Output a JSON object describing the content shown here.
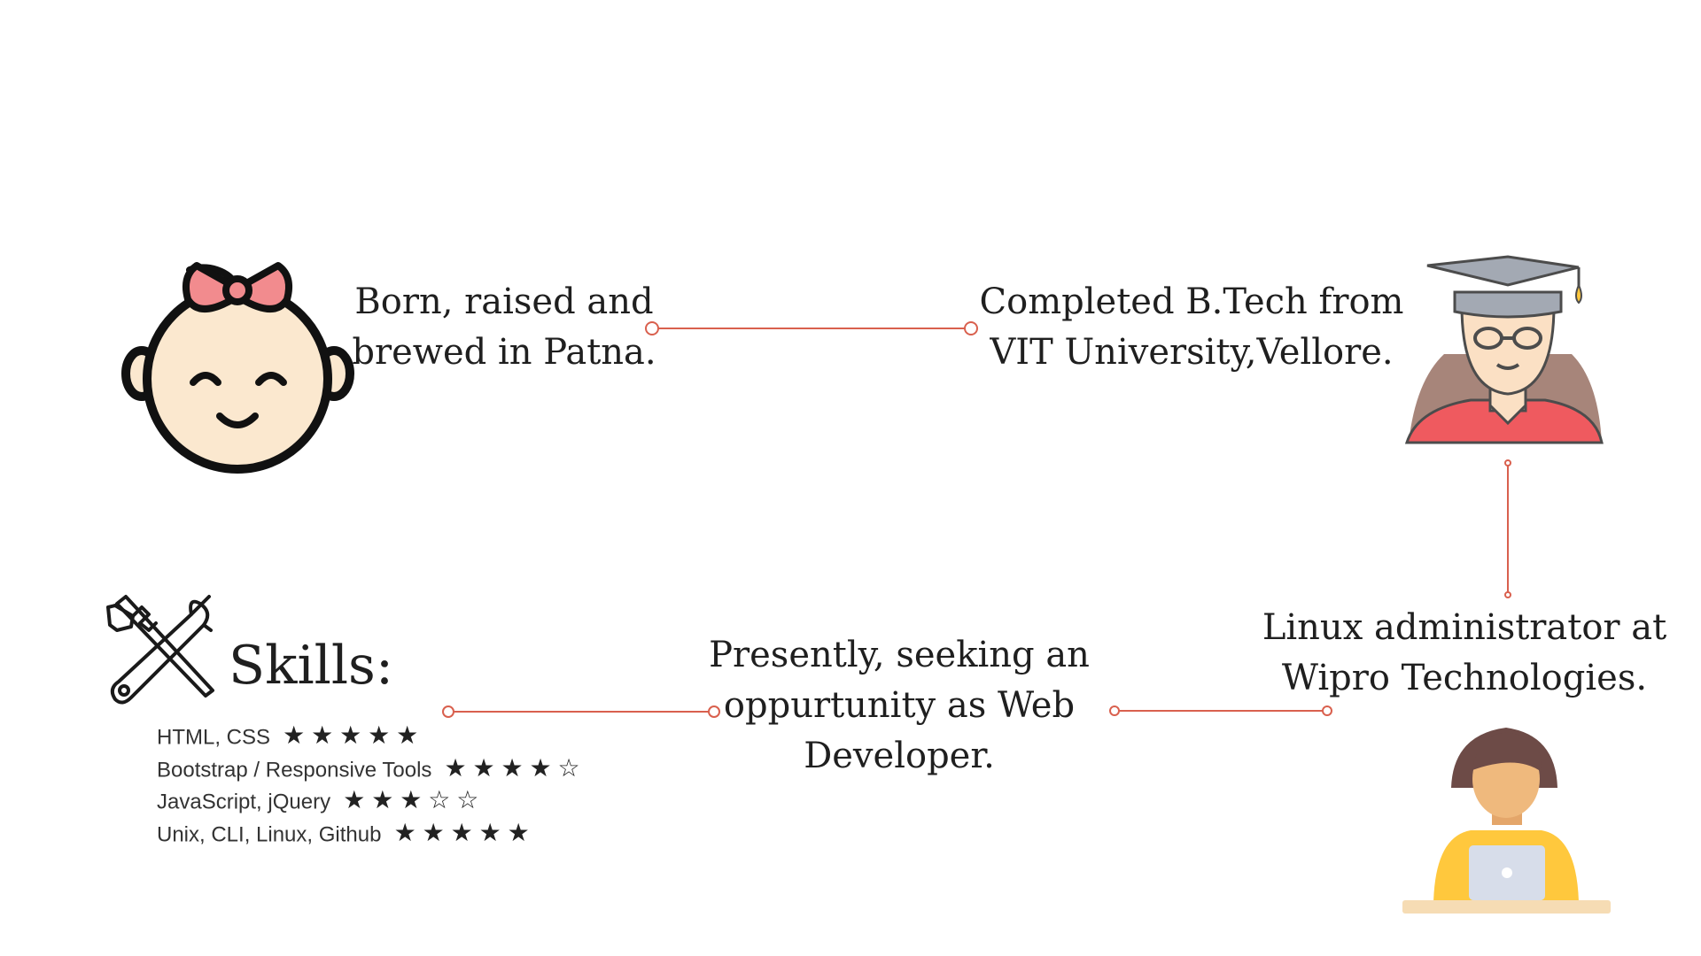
{
  "timeline": {
    "born": {
      "lines": [
        "Born, raised and",
        "brewed in Patna."
      ]
    },
    "btech": {
      "lines": [
        "Completed B.Tech from",
        "VIT University,Vellore."
      ]
    },
    "linux": {
      "lines": [
        "Linux administrator at",
        "Wipro Technologies."
      ]
    },
    "present": {
      "lines": [
        "Presently, seeking an",
        "oppurtunity as  Web",
        "Developer."
      ]
    }
  },
  "skills": {
    "title": "Skills:",
    "items": [
      {
        "name": "HTML, CSS",
        "rating": 5,
        "max": 5
      },
      {
        "name": "Bootstrap / Responsive Tools",
        "rating": 4,
        "max": 5
      },
      {
        "name": "JavaScript, jQuery",
        "rating": 3,
        "max": 5
      },
      {
        "name": "Unix, CLI, Linux, Github",
        "rating": 5,
        "max": 5
      }
    ],
    "star_filled": "★",
    "star_empty": "☆"
  },
  "icons": {
    "baby": "baby-face-icon",
    "graduate": "graduate-icon",
    "worker": "laptop-worker-icon",
    "tools": "wrench-tools-icon"
  },
  "colors": {
    "connector": "#d9604e",
    "bow": "#f28b8e",
    "face": "#fbe8cf",
    "cap": "#a3a9b3",
    "hair": "#a7857a",
    "shirt": "#ef5a5f",
    "worker_hair": "#6d4b47",
    "worker_skin": "#efb97d",
    "worker_shirt": "#ffc83d",
    "laptop": "#d7ddea",
    "desk": "#f6dcb4"
  }
}
